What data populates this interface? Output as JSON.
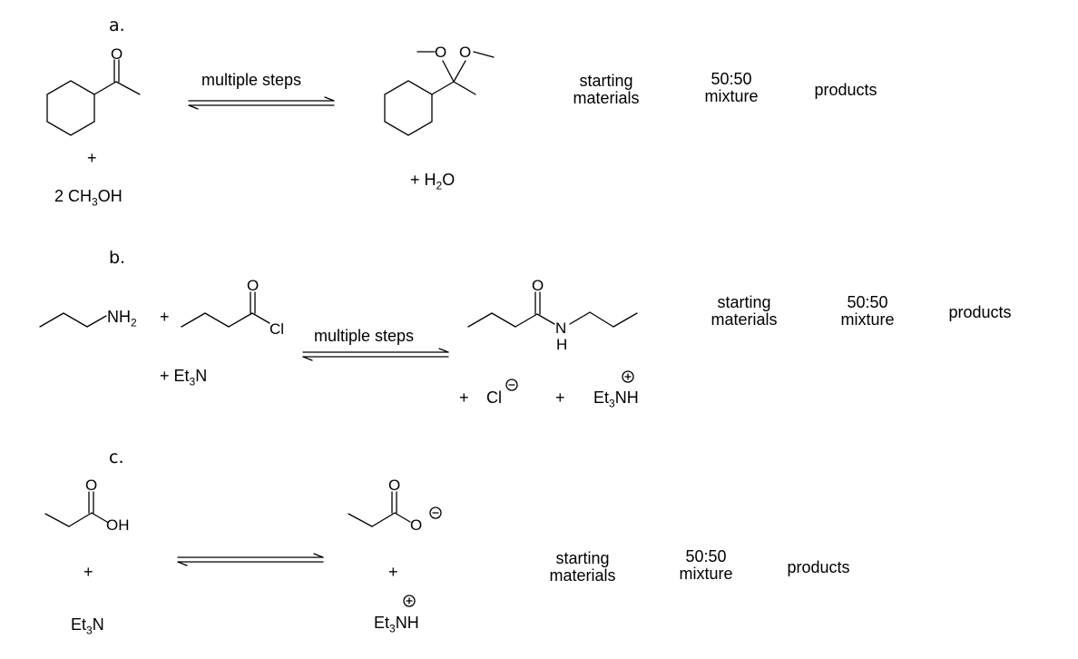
{
  "part_a": {
    "label": "a.",
    "ketone_o": "O",
    "plus_reactant": "+",
    "methanol": {
      "pre": "2 CH",
      "sub": "3",
      "post": "OH"
    },
    "arrow_label": "multiple steps",
    "acetal_o1": "O",
    "acetal_o2": "O",
    "water": {
      "pre": "+  H",
      "sub": "2",
      "post": "O"
    },
    "options": [
      {
        "line1": "starting",
        "line2": "materials"
      },
      {
        "line1": "50:50",
        "line2": "mixture"
      },
      {
        "line1": "products",
        "line2": ""
      }
    ]
  },
  "part_b": {
    "label": "b.",
    "amine": {
      "pre": "NH",
      "sub": "2"
    },
    "plus1": "+",
    "acyl_o": "O",
    "acyl_cl": "Cl",
    "base": {
      "pre": "+  Et",
      "sub": "3",
      "post": "N"
    },
    "arrow_label": "multiple steps",
    "amide_o": "O",
    "amide_n": "N",
    "amide_h": "H",
    "byproducts": {
      "plus1": "+",
      "chloride": "Cl",
      "plus2": "+",
      "ammonium": {
        "pre": "Et",
        "sub": "3",
        "post": "NH"
      }
    },
    "options": [
      {
        "line1": "starting",
        "line2": "materials"
      },
      {
        "line1": "50:50",
        "line2": "mixture"
      },
      {
        "line1": "products",
        "line2": ""
      }
    ]
  },
  "part_c": {
    "label": "c.",
    "acid_o": "O",
    "acid_oh": "OH",
    "plus_left": "+",
    "base": {
      "pre": "Et",
      "sub": "3",
      "post": "N"
    },
    "carboxylate_o": "O",
    "carboxylate_o_minus": "O",
    "plus_right": "+",
    "ammonium": {
      "pre": "Et",
      "sub": "3",
      "post": "NH"
    },
    "options": [
      {
        "line1": "starting",
        "line2": "materials"
      },
      {
        "line1": "50:50",
        "line2": "mixture"
      },
      {
        "line1": "products",
        "line2": ""
      }
    ]
  }
}
